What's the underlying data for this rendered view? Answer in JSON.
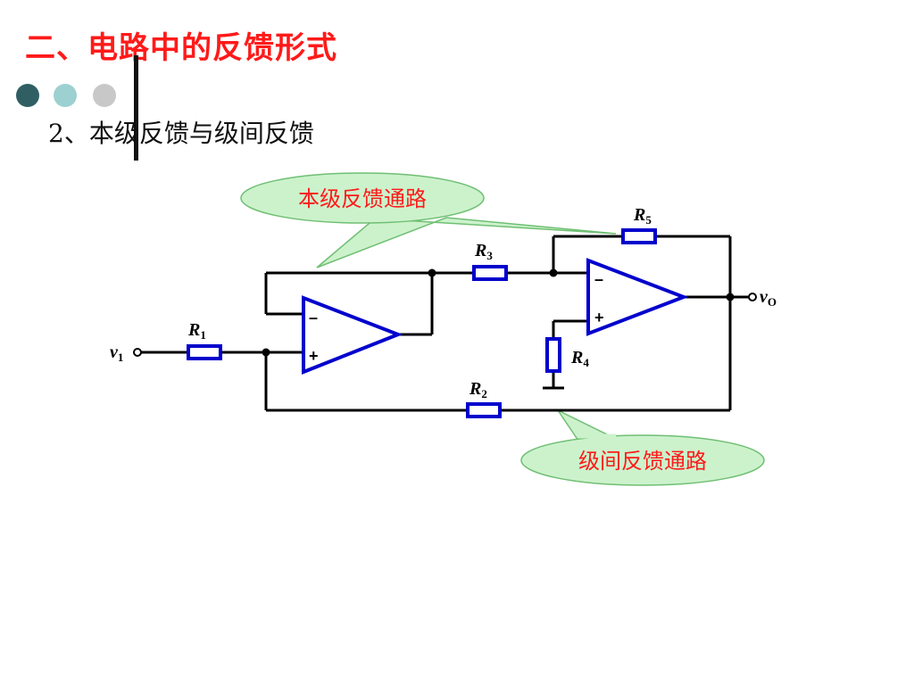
{
  "slide": {
    "title": "二、电路中的反馈形式",
    "subtitle": "2、本级反馈与级间反馈",
    "bullet_colors": [
      "#2f5f63",
      "#9dd0d0",
      "#c8c8c8"
    ]
  },
  "diagram": {
    "callout_local": "本级反馈通路",
    "callout_interstage": "级间反馈通路",
    "r1": {
      "letter": "R",
      "sub": "1"
    },
    "r2": {
      "letter": "R",
      "sub": "2"
    },
    "r3": {
      "letter": "R",
      "sub": "3"
    },
    "r4": {
      "letter": "R",
      "sub": "4"
    },
    "r5": {
      "letter": "R",
      "sub": "5"
    },
    "vin": {
      "letter": "v",
      "sub": "1"
    },
    "vout": {
      "letter": "v",
      "sub": "O"
    },
    "minus_sign": "–",
    "plus_sign": "+"
  }
}
